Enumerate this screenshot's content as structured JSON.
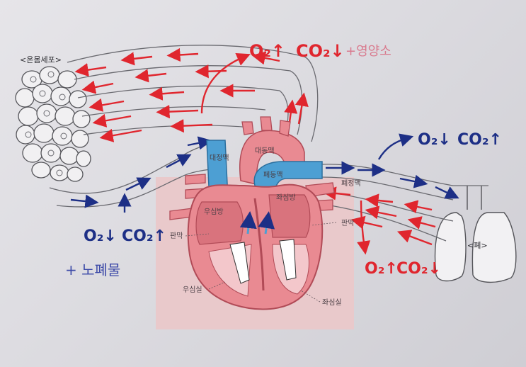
{
  "labels": {
    "body_cells": "<온몸세포>",
    "lungs": "<폐>",
    "aorta": "대동맥",
    "vena_cava": "대정맥",
    "pulmonary_artery": "폐동맥",
    "pulmonary_vein": "폐정맥",
    "right_atrium": "우심방",
    "left_atrium": "좌심방",
    "right_ventricle": "우심실",
    "left_ventricle": "좌심실",
    "valve_right": "판막",
    "valve_left": "판막"
  },
  "annotations": {
    "top_o2": "O₂↑",
    "top_co2": "CO₂↓",
    "top_nutrient": "+영양소",
    "right_top_o2": "O₂↓",
    "right_top_co2": "CO₂↑",
    "bottom_left_o2": "O₂↓",
    "bottom_left_co2": "CO₂↑",
    "waste": "+ 노폐물",
    "bottom_right_o2": "O₂↑",
    "bottom_right_co2": "CO₂↓"
  },
  "colors": {
    "oxygen_rich": "#e0262e",
    "oxygen_poor": "#1d2f86",
    "heart_pink": "#e98a92",
    "vessel_blue": "#4d9fd3",
    "panel_bg": "#e9c9cb"
  }
}
